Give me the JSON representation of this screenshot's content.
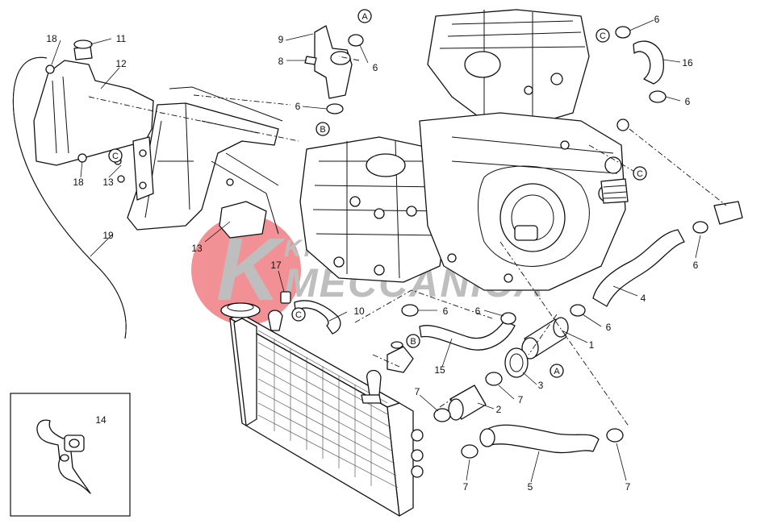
{
  "watermark": {
    "line1": "KRESHET",
    "line2": "MECCANICA",
    "badge_letter": "K",
    "colors": {
      "circle": "#e8393f",
      "text": "#8a8a8a"
    }
  },
  "callouts": [
    "1",
    "2",
    "3",
    "4",
    "5",
    "6",
    "7",
    "8",
    "9",
    "10",
    "11",
    "12",
    "13",
    "14",
    "15",
    "16",
    "17",
    "18",
    "19"
  ],
  "connector_marks": [
    "A",
    "B",
    "C"
  ],
  "inset": {
    "label": "14"
  }
}
